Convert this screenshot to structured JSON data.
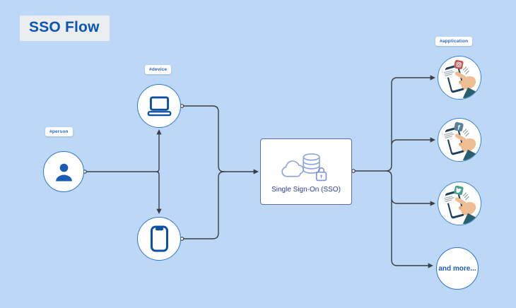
{
  "title": "SSO Flow",
  "tags": {
    "person": "#person",
    "device": "#device",
    "application": "#application"
  },
  "sso_node": {
    "label": "Single Sign-On (SSO)",
    "icon": "cloud-database-lock-icon"
  },
  "more_node": {
    "label": "and more..."
  },
  "applications": [
    {
      "name": "instagram",
      "badge_color": "#c2564f",
      "icon": "instagram-camera-icon"
    },
    {
      "name": "facebook",
      "badge_color": "#56819b",
      "glyph": "f",
      "icon": "facebook-f-icon"
    },
    {
      "name": "twitter",
      "badge_color": "#45a08f",
      "icon": "twitter-bird-icon"
    }
  ],
  "colors": {
    "background": "#bdd8f7",
    "title_text": "#0a55b5",
    "title_bg": "#ecedf0",
    "tag_text": "#2a63c9",
    "node_border": "#2f75cd",
    "person_icon": "#1b5cb3",
    "device_icon": "#0d4fa3",
    "sso_border": "#5c68b8",
    "sso_text": "#2d3f9e",
    "sso_icon_stroke": "#8da2de",
    "connector": "#3a3f45",
    "more_text": "#1d5ab8",
    "hand_skin": "#eebd92",
    "sleeve": "#28606d",
    "tablet_frame": "#20415a"
  }
}
